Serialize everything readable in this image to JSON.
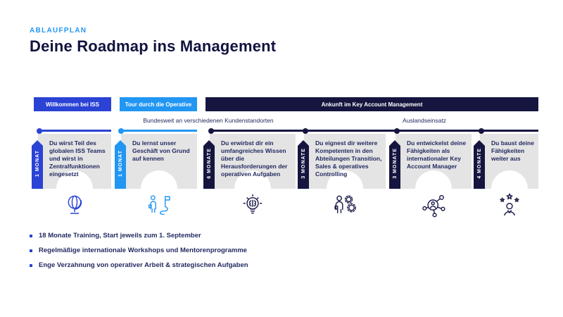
{
  "slide": {
    "kicker": "ABLAUFPLAN",
    "title": "Deine Roadmap ins Management"
  },
  "phases": [
    {
      "label": "Willkommen bei ISS"
    },
    {
      "label": "Tour durch die Operative"
    },
    {
      "label": "Ankunft im Key Account Management"
    }
  ],
  "region_labels": [
    {
      "text": "Bundesweit an verschiedenen Kundenstandorten"
    },
    {
      "text": "Auslandseinsatz"
    }
  ],
  "milestones": [
    {
      "duration": "1 MONAT",
      "text": "Du wirst Teil des globalen ISS Teams und wirst in Zentralfunktionen eingesetzt",
      "icon": "globe-icon"
    },
    {
      "duration": "1 MONAT",
      "text": "Du lernst unser Geschäft von Grund auf kennen",
      "icon": "route-flag-icon"
    },
    {
      "duration": "6 MONATE",
      "text": "Du erwirbst dir ein umfangreiches Wissen über die Herausforderungen der operativen Aufgaben",
      "icon": "idea-bulb-icon"
    },
    {
      "duration": "3 MONATE",
      "text": "Du eignest dir weitere Kompetenten in den Abteilungen Transition, Sales & operatives Controlling",
      "icon": "person-gears-icon"
    },
    {
      "duration": "3 MONATE",
      "text": "Du entwickelst deine Fähigkeiten als internationaler Key Account Manager",
      "icon": "network-person-icon"
    },
    {
      "duration": "4 MONATE",
      "text": "Du baust deine Fähigkeiten weiter aus",
      "icon": "person-stars-icon"
    }
  ],
  "bullets": [
    "18 Monate Training, Start jeweils zum 1. September",
    "Regelmäßige internationale Workshops und Mentorenprogramme",
    "Enge Verzahnung von operativer Arbeit & strategischen Aufgaben"
  ],
  "colors": {
    "royal_blue": "#2a43d4",
    "light_blue": "#2196f3",
    "navy": "#15153f",
    "card_gray": "#e4e4e4",
    "text_navy": "#232a60"
  }
}
